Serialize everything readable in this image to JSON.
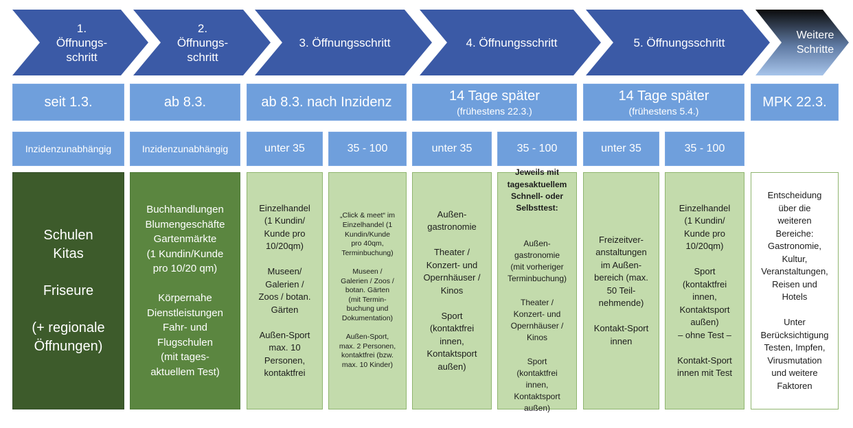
{
  "steps": [
    {
      "label": "1.\nÖffnungs-\nschritt"
    },
    {
      "label": "2.\nÖffnungs-\nschritt"
    },
    {
      "label": "3. Öffnungsschritt"
    },
    {
      "label": "4. Öffnungsschritt"
    },
    {
      "label": "5. Öffnungsschritt"
    },
    {
      "label": "Weitere\nSchritte"
    }
  ],
  "phases": [
    {
      "main": "seit 1.3.",
      "sub": ""
    },
    {
      "main": "ab 8.3.",
      "sub": ""
    },
    {
      "main": "ab 8.3. nach Inzidenz",
      "sub": ""
    },
    {
      "main": "14 Tage später",
      "sub": "(frühestens 22.3.)"
    },
    {
      "main": "14 Tage später",
      "sub": "(frühestens 5.4.)"
    },
    {
      "main": "MPK 22.3.",
      "sub": ""
    }
  ],
  "incidence": [
    "Inzidenzunabhängig",
    "Inzidenzunabhängig",
    "unter 35",
    "35 - 100",
    "unter 35",
    "35 - 100",
    "unter 35",
    "35 - 100"
  ],
  "cells": [
    {
      "text": "Schulen\nKitas\n\nFriseure\n\n(+ regionale\nÖffnungen)"
    },
    {
      "text": "Buchhandlungen\nBlumengeschäfte\nGartenmärkte\n(1 Kundin/Kunde\npro 10/20 qm)\n\nKörpernahe\nDienstleistungen\nFahr- und\nFlugschulen\n(mit tages-\naktuellem Test)"
    },
    {
      "text": "Einzelhandel\n(1 Kundin/\nKunde pro\n10/20qm)\n\nMuseen/\nGalerien /\nZoos / botan.\nGärten\n\nAußen-Sport\nmax. 10\nPersonen,\nkontaktfrei"
    },
    {
      "text": "„Click & meet“ im\nEinzelhandel (1\nKundin/Kunde\npro 40qm,\nTerminbuchung)\n\nMuseen /\nGalerien / Zoos /\nbotan. Gärten\n(mit Termin-\nbuchung und\nDokumentation)\n\nAußen-Sport,\nmax. 2 Personen,\nkontaktfrei (bzw.\nmax. 10 Kinder)"
    },
    {
      "text": "Außen-\ngastronomie\n\nTheater /\nKonzert- und\nOpernhäuser /\nKinos\n\nSport\n(kontaktfrei\ninnen,\nKontaktsport\naußen)"
    },
    {
      "head": "Jeweils mit\ntagesaktuellem\nSchnell- oder\nSelbsttest:",
      "text": "\nAußen-\ngastronomie\n(mit vorheriger\nTerminbuchung)\n\nTheater /\nKonzert- und\nOpernhäuser /\nKinos\n\nSport\n(kontaktfrei\ninnen,\nKontaktsport\naußen)"
    },
    {
      "text": "Freizeitver-\nanstaltungen\nim Außen-\nbereich (max.\n50 Teil-\nnehmende)\n\nKontakt-Sport\ninnen"
    },
    {
      "text": "Einzelhandel\n(1 Kundin/\nKunde pro\n10/20qm)\n\nSport\n(kontaktfrei\ninnen,\nKontaktsport\naußen)\n– ohne Test –\n\nKontakt-Sport\ninnen mit Test"
    },
    {
      "text": "Entscheidung\nüber die\nweiteren\nBereiche:\nGastronomie,\nKultur,\nVeranstaltungen,\nReisen und\nHotels\n\nUnter\nBerücksichtigung\nTesten, Impfen,\nVirusmutation\nund weitere\nFaktoren"
    }
  ],
  "colors": {
    "chevron": "#3b5aa6",
    "chevron_last_top": "#0b0b0b",
    "chevron_last_bottom": "#a7c4ea",
    "blue_box": "#6f9fdc",
    "dark_green": "#3d5b2b",
    "mid_green": "#5b8640",
    "light_green": "#c3dbac"
  }
}
